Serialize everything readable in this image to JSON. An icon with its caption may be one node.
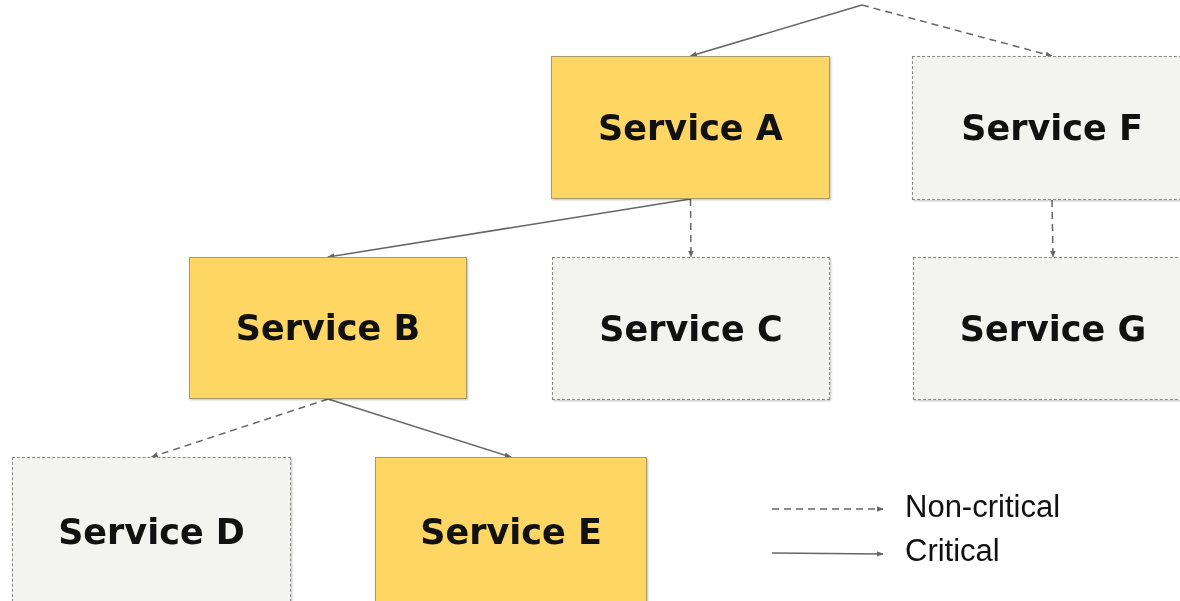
{
  "diagram": {
    "nodes": [
      {
        "text": [
          "Service A"
        ]
      },
      {
        "text": [
          "Service F"
        ]
      },
      {
        "text": [
          "Service B"
        ]
      },
      {
        "text": [
          "Service C"
        ]
      },
      {
        "text": [
          "Service G"
        ]
      },
      {
        "text": [
          "Service D"
        ]
      },
      {
        "text": [
          "Service E"
        ]
      }
    ],
    "edges": [
      {
        "from": null,
        "to": 0,
        "arrow": "to"
      },
      {
        "from": null,
        "to": 1,
        "arrow": "to",
        "style": "dashed"
      },
      {
        "from": 0,
        "to": 2,
        "arrow": "to"
      },
      {
        "from": 0,
        "to": 3,
        "arrow": "to",
        "style": "dashed"
      },
      {
        "from": 1,
        "to": 4,
        "arrow": "to",
        "style": "dashed"
      },
      {
        "from": 2,
        "to": 5,
        "arrow": "to",
        "style": "dashed"
      },
      {
        "from": 2,
        "to": 6,
        "arrow": "to"
      }
    ],
    "legend": [
      {
        "text": "Non-critical"
      },
      {
        "text": "Critical"
      }
    ]
  }
}
